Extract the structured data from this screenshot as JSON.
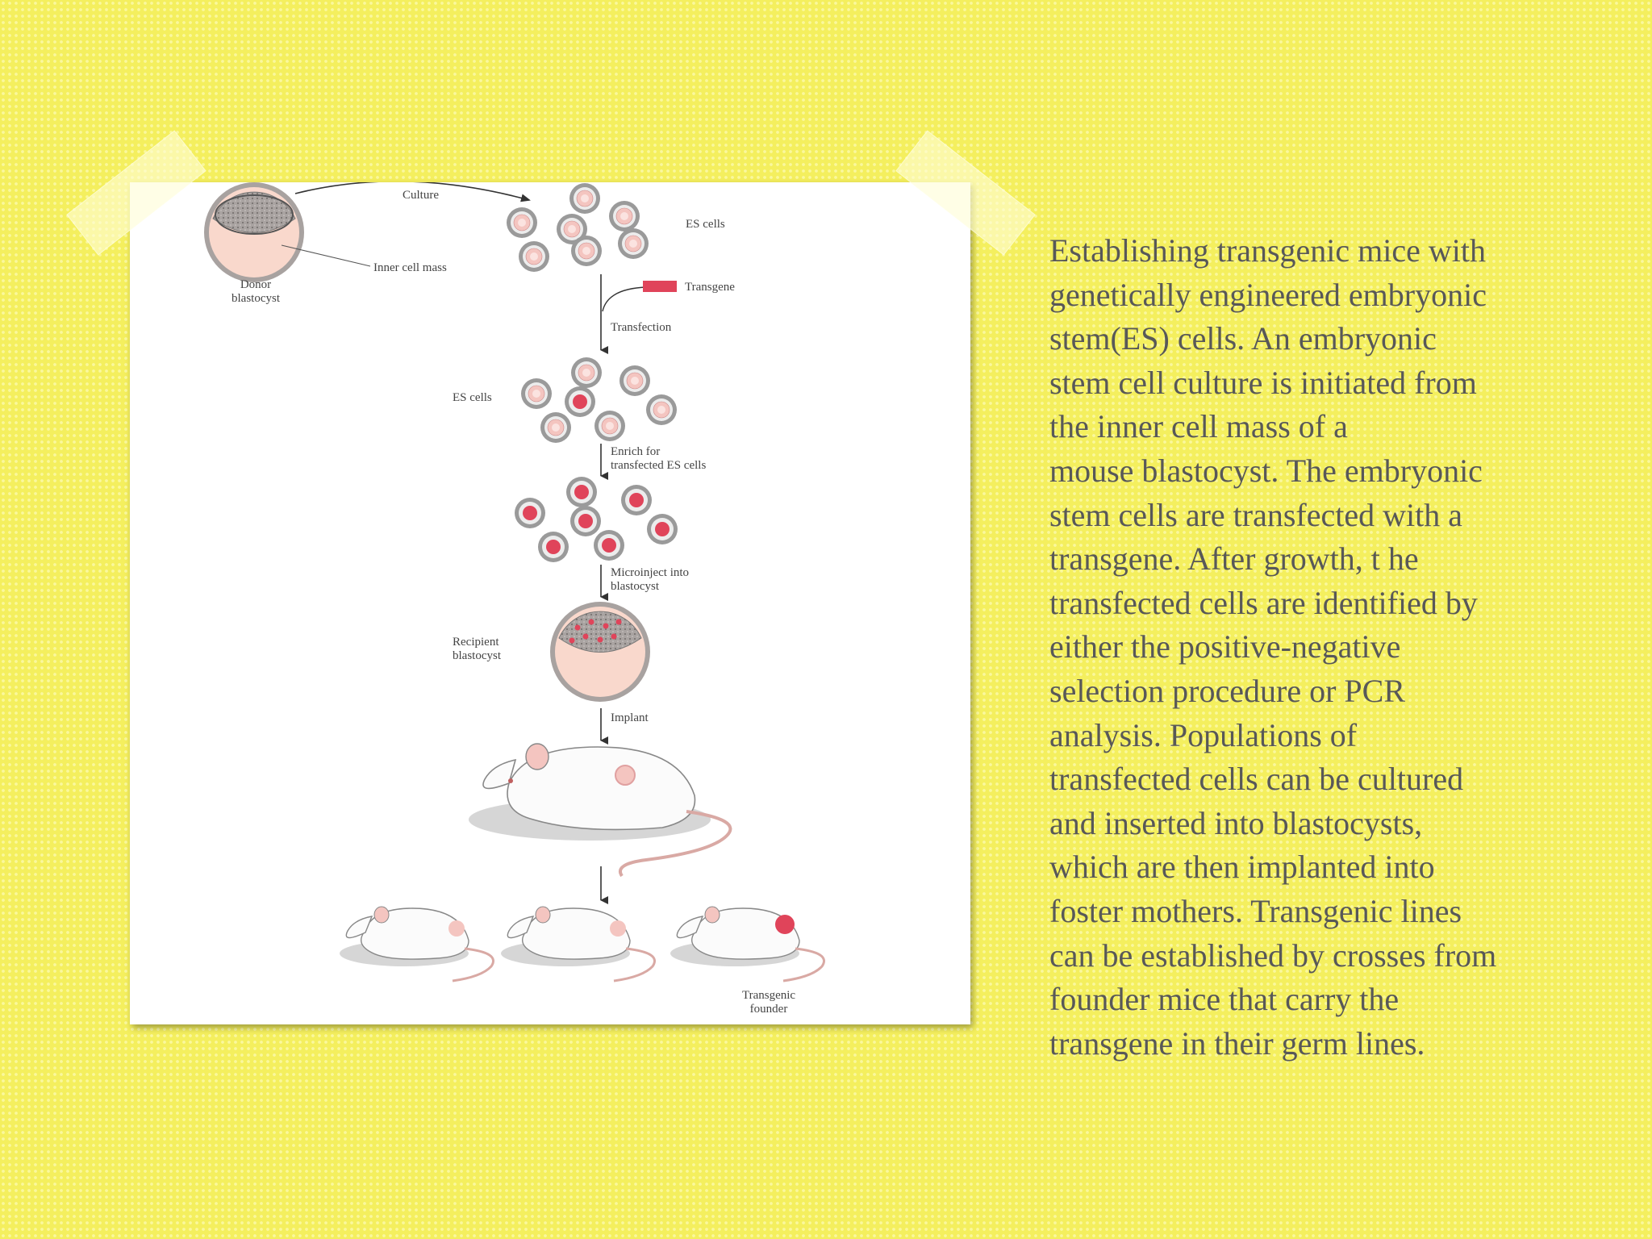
{
  "diagram": {
    "labels": {
      "culture": "Culture",
      "es_cells_top": "ES cells",
      "inner_cell_mass": "Inner cell mass",
      "donor_blastocyst": [
        "Donor",
        "blastocyst"
      ],
      "transgene": "Transgene",
      "transfection": "Transfection",
      "es_cells_mid": "ES cells",
      "enrich": [
        "Enrich for",
        "transfected ES cells"
      ],
      "microinject": [
        "Microinject into",
        "blastocyst"
      ],
      "recipient_blastocyst": [
        "Recipient",
        "blastocyst"
      ],
      "implant": "Implant",
      "transgenic_founder": [
        "Transgenic",
        "founder"
      ]
    },
    "colors": {
      "transgene_red": "#e0445a",
      "cell_ring": "#9a9a9a",
      "cell_pink": "#f7c7c0",
      "blastocyst_fill": "#f9d8cc",
      "inner_mass": "#a8a2a0"
    },
    "icons": [
      "blastocyst-icon",
      "es-cell-icon",
      "mouse-icon",
      "arrow-icon"
    ]
  },
  "text": {
    "paragraph": "Establishing transgenic mice with\ngenetically engineered embryonic\nstem(ES) cells. An embryonic\nstem cell culture is initiated from\nthe inner cell mass of a\nmouse blastocyst. The embryonic\nstem cells are transfected with a\ntransgene. After growth, t he\ntransfected cells are identified  by\neither the positive-negative\nselection procedure or PCR\nanalysis. Populations of\ntransfected cells can be cultured\nand  inserted into blastocysts,\nwhich are then implanted into\nfoster  mothers. Transgenic lines\ncan be established by crosses from\nfounder mice that carry the\ntransgene in their germ lines."
  }
}
